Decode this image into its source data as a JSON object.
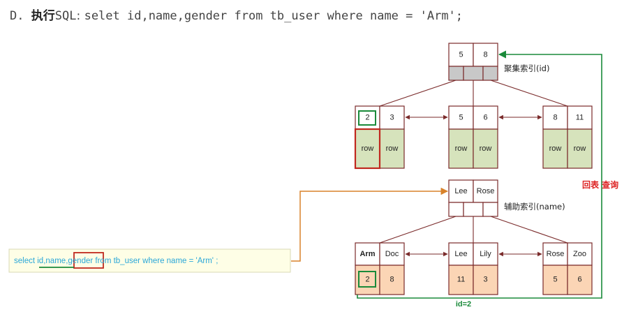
{
  "heading": {
    "prefix": "D.  ",
    "cn": "执行",
    "sql_word": "SQL",
    "sep": ": ",
    "statement": "selet id,name,gender from tb_user where name = 'Arm';"
  },
  "clustered": {
    "label": "聚集索引(id)",
    "root": [
      "5",
      "8"
    ],
    "leaves": [
      {
        "keys": [
          "2",
          "3"
        ],
        "rows": [
          "row",
          "row"
        ]
      },
      {
        "keys": [
          "5",
          "6"
        ],
        "rows": [
          "row",
          "row"
        ]
      },
      {
        "keys": [
          "8",
          "11"
        ],
        "rows": [
          "row",
          "row"
        ]
      }
    ]
  },
  "secondary": {
    "label": "辅助索引(name)",
    "root": [
      "Lee",
      "Rose"
    ],
    "leaves": [
      {
        "keys": [
          "Arm",
          "Doc"
        ],
        "ids": [
          "2",
          "8"
        ]
      },
      {
        "keys": [
          "Lee",
          "Lily"
        ],
        "ids": [
          "11",
          "3"
        ]
      },
      {
        "keys": [
          "Rose",
          "Zoo"
        ],
        "ids": [
          "5",
          "6"
        ]
      }
    ]
  },
  "sql_box": {
    "p1": "select ",
    "p2": "id",
    "p3": ",",
    "p4": "name",
    "p5": ",",
    "p6": "gender",
    "p7": " from  tb_user  where  name = 'Arm' ;"
  },
  "annotations": {
    "lookup_back": "回表 查询",
    "id_eq": "id=2"
  },
  "colors": {
    "node_border": "#7a2a2a",
    "row_fill": "#d6e3bc",
    "id_fill": "#fbd5b5",
    "highlight_green": "#1a8a3a",
    "highlight_red": "#c0281e",
    "orange_arrow": "#d8822a",
    "sql_text": "#2aa7d8"
  }
}
